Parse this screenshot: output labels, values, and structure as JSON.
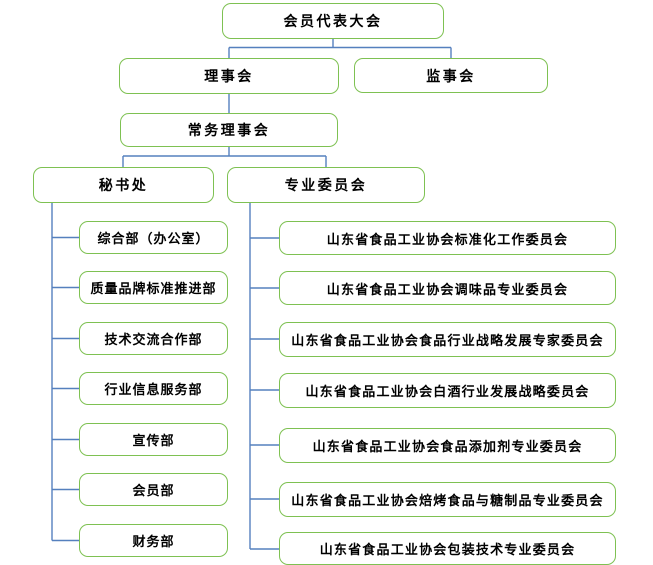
{
  "org": {
    "root": "会员代表大会",
    "level2": [
      "理事会",
      "监事会"
    ],
    "level3": "常务理事会",
    "level4": [
      "秘书处",
      "专业委员会"
    ],
    "departments": [
      "综合部（办公室）",
      "质量品牌标准推进部",
      "技术交流合作部",
      "行业信息服务部",
      "宣传部",
      "会员部",
      "财务部"
    ],
    "committees": [
      "山东省食品工业协会标准化工作委员会",
      "山东省食品工业协会调味品专业委员会",
      "山东省食品工业协会食品行业战略发展专家委员会",
      "山东省食品工业协会白酒行业发展战略委员会",
      "山东省食品工业协会食品添加剂专业委员会",
      "山东省食品工业协会焙烤食品与糖制品专业委员会",
      "山东省食品工业协会包装技术专业委员会"
    ]
  },
  "colors": {
    "box_border": "#7EC152",
    "connector": "#5580BE",
    "box_fill": "#FFFFFF",
    "text_color": "#000000"
  }
}
